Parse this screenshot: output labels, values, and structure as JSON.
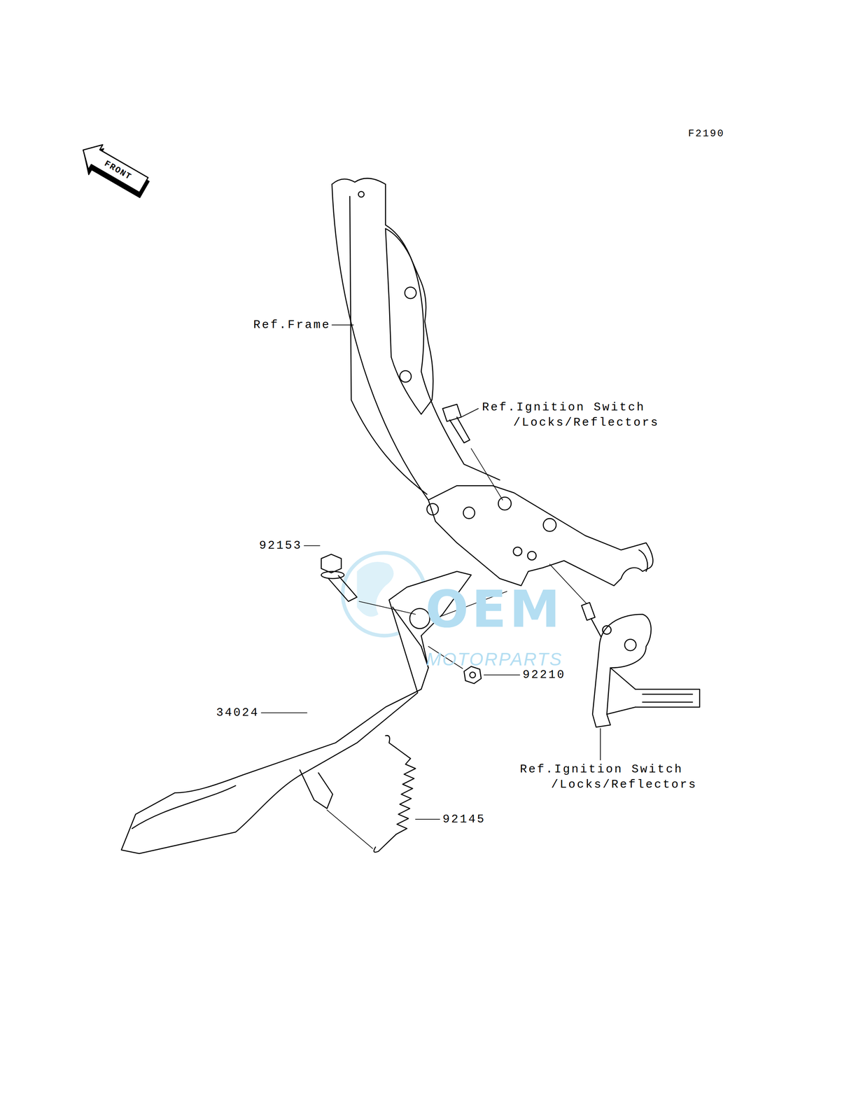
{
  "diagram": {
    "labels": [
      "F2190",
      "FRONT",
      "Ref.Frame",
      "Ref.Ignition Switch /Locks/Reflectors",
      "92153",
      "92210",
      "34024",
      "92145",
      "Ref.Ignition Switch /Locks/Reflectors",
      "OEM",
      "MOTORPARTS"
    ]
  }
}
